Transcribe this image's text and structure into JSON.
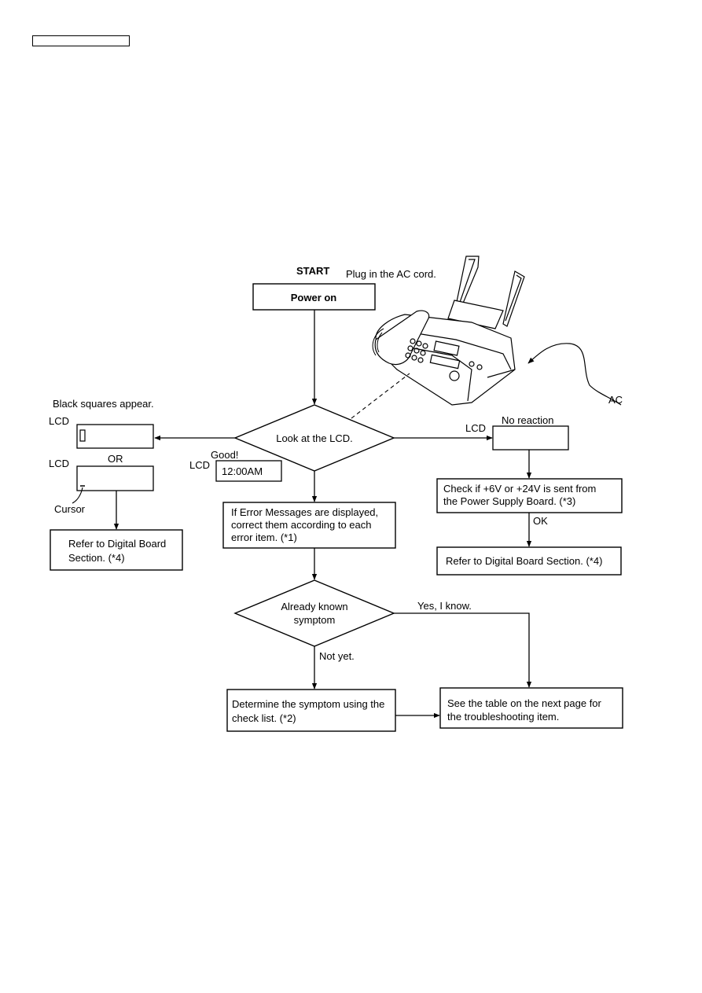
{
  "header": {
    "doc_code_box": ""
  },
  "flow": {
    "start_label": "START",
    "plug_note": "Plug in the AC cord.",
    "power_on": "Power on",
    "ac_label": "AC",
    "decision_lcd": "Look at the LCD.",
    "black_squares_note": "Black squares appear.",
    "lcd_label": "LCD",
    "or_label": "OR",
    "cursor_label": "Cursor",
    "good_label": "Good!",
    "lcd_time": "12:00AM",
    "no_reaction": "No reaction",
    "refer_digital_left": [
      "Refer to Digital Board",
      "Section. (*4)"
    ],
    "error_messages": [
      "If Error Messages are displayed,",
      "correct them according to each",
      "error item. (*1)"
    ],
    "check_power": [
      "Check if +6V or +24V is sent from",
      "the Power Supply Board. (*3)"
    ],
    "ok_label": "OK",
    "refer_digital_right": "Refer to Digital Board Section. (*4)",
    "decision_known": [
      "Already known",
      "symptom"
    ],
    "yes_label": "Yes, I know.",
    "not_yet_label": "Not yet.",
    "determine_symptom": [
      "Determine the symptom using the",
      "check list.  (*2)"
    ],
    "see_table": [
      "See the table on the next page for",
      "the troubleshooting item."
    ]
  }
}
